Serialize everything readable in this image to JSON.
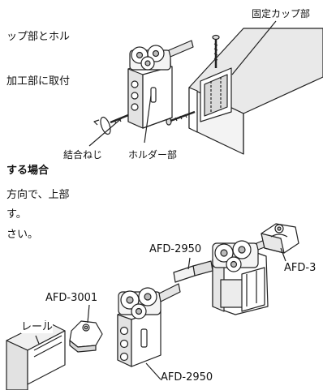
{
  "text_lines": [
    "ップ部とホル",
    "加工部に取付",
    "する場合",
    "方向で、上部",
    "す。",
    "さい。"
  ],
  "labels": {
    "fixed_cup": "固定カップ部",
    "joint_screw": "結合ねじ",
    "holder": "ホルダー部",
    "afd2950_upper": "AFD-2950",
    "afd3_right": "AFD-3",
    "afd3001": "AFD-3001",
    "rail": "レール",
    "afd2950_lower": "AFD-2950"
  }
}
